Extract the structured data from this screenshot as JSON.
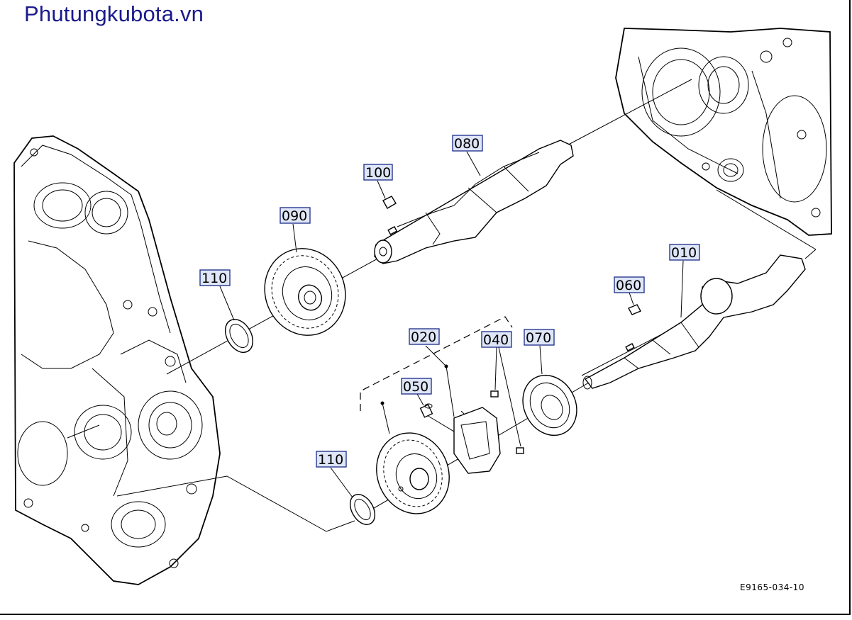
{
  "brand": "Phutungkubota.vn",
  "drawing_code": "E9165-034-10",
  "labels": {
    "p010": "010",
    "p020": "020",
    "p040": "040",
    "p050": "050",
    "p060": "060",
    "p070": "070",
    "p080": "080",
    "p090": "090",
    "p100": "100",
    "p110a": "110",
    "p110b": "110"
  },
  "colors": {
    "brand_text": "#1a1a8c",
    "label_fill": "#dfe6f7",
    "label_border": "#1a2a88",
    "line": "#000000"
  }
}
